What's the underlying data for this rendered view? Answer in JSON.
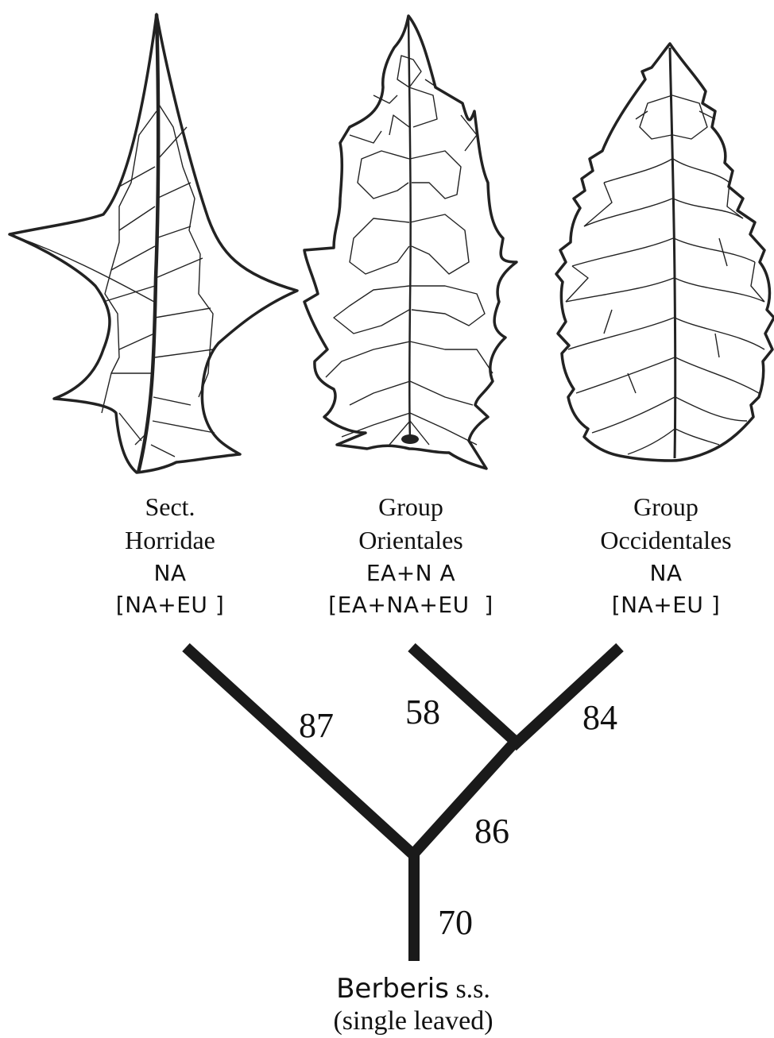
{
  "taxa": [
    {
      "line1": "Sect.",
      "line2": "Horridae",
      "region": "NA",
      "ancestral": "[NA+EU ]"
    },
    {
      "line1": "Group",
      "line2": "Orientales",
      "region": "EA+N A",
      "ancestral": "[EA+NA+EU  ]"
    },
    {
      "line1": "Group",
      "line2": "Occidentales",
      "region": "NA",
      "ancestral": "[NA+EU ]"
    }
  ],
  "supports": {
    "horridae": "87",
    "orientales": "58",
    "occidentales": "84",
    "orient_occident_clade": "86",
    "root": "70"
  },
  "root": {
    "name": "Berberis",
    "suffix": "s.s.",
    "note": "(single leaved)"
  },
  "colors": {
    "line": "#1a1a1a",
    "vein": "#222222"
  }
}
